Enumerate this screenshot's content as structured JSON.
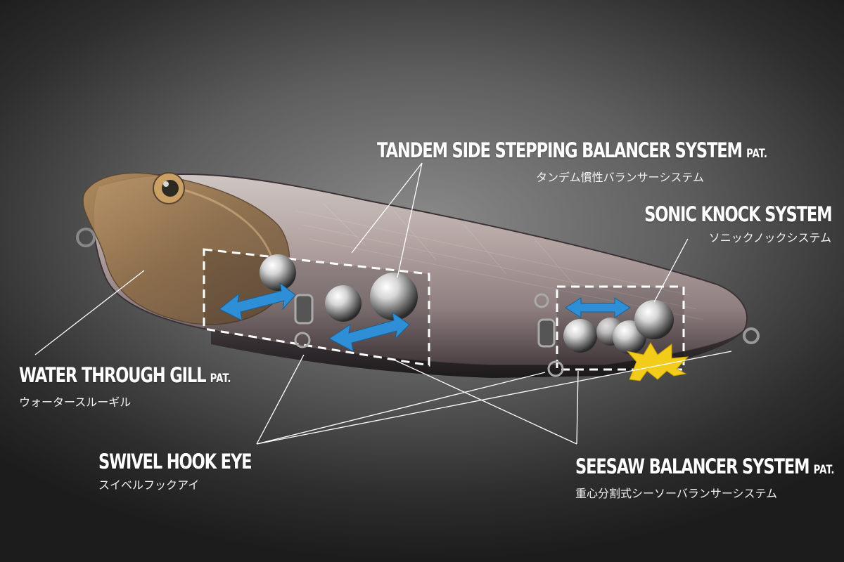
{
  "labels": {
    "tandem": {
      "title": "TANDEM SIDE STEPPING BALANCER SYSTEM",
      "pat": "PAT.",
      "subtitle": "タンデム慣性バランサーシステム"
    },
    "sonic": {
      "title": "SONIC KNOCK SYSTEM",
      "subtitle": "ソニックノックシステム"
    },
    "water": {
      "title": "WATER THROUGH GILL",
      "pat": "PAT.",
      "subtitle": "ウォータースルーギル"
    },
    "swivel": {
      "title": "SWIVEL HOOK EYE",
      "subtitle": "スイベルフックアイ"
    },
    "seesaw": {
      "title": "SEESAW BALANCER SYSTEM",
      "pat": "PAT.",
      "subtitle": "重心分割式シーソーバランサーシステム"
    }
  },
  "colors": {
    "background": "#5e5e5e",
    "arrow": "#2f8fd6",
    "knock_burst": "#f2cc1a",
    "label_text": "#ffffff",
    "body_tint": "#b7a7a4"
  },
  "icons": [
    "double-arrow-icon",
    "knock-burst-icon"
  ]
}
